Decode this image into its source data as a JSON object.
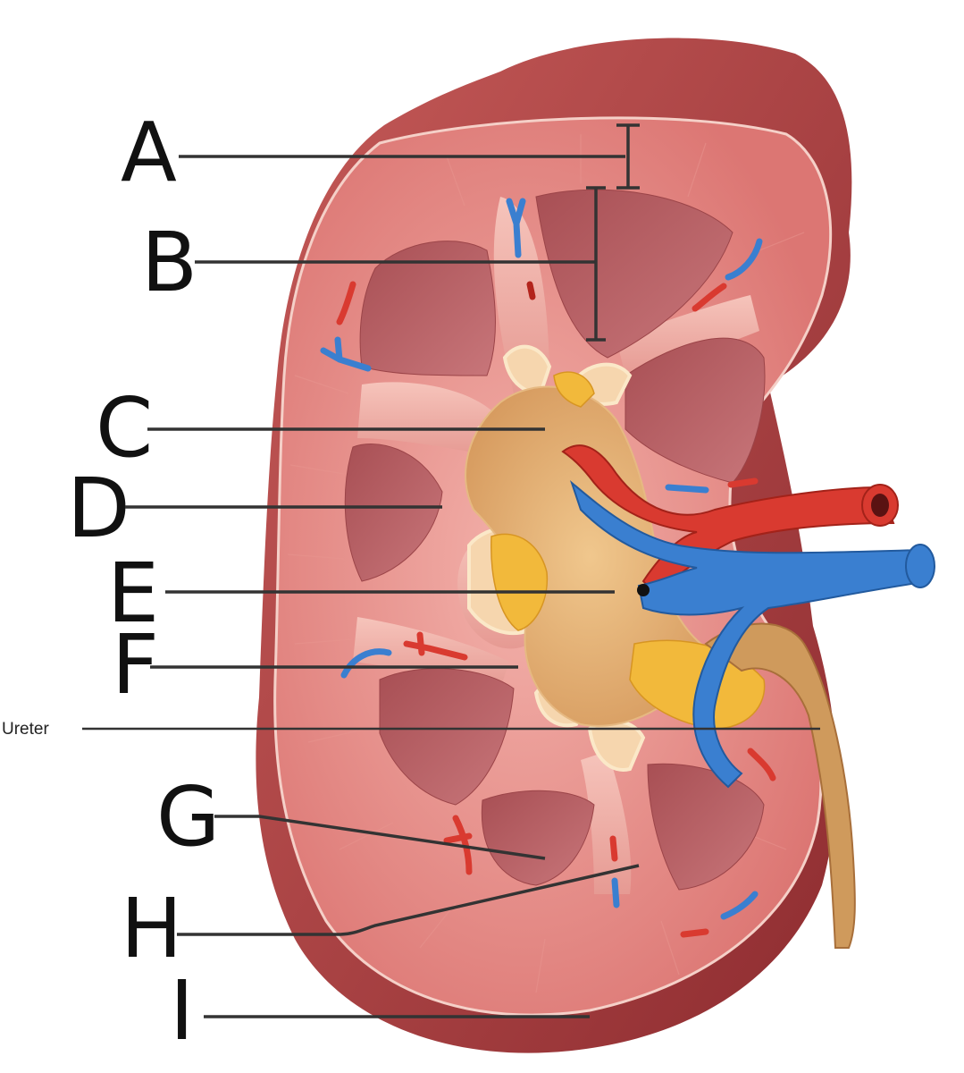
{
  "labels": {
    "a": "A",
    "b": "B",
    "c": "C",
    "d": "D",
    "e": "E",
    "f": "F",
    "ureter": "Ureter",
    "g": "G",
    "h": "H",
    "i": "I"
  },
  "colors": {
    "capsule": "#b8464a",
    "cortex": "#dd7b78",
    "pyramid": "#b55a5d",
    "pelvis": "#d9a066",
    "fat": "#f2b93b",
    "artery": "#d93a30",
    "vein": "#3a7fd0",
    "ureter": "#cf9a5c"
  }
}
